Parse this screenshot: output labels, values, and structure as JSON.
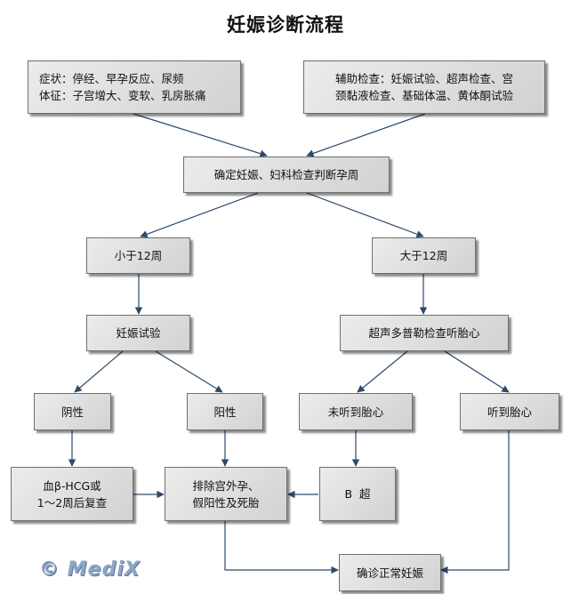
{
  "title": "妊娠诊断流程",
  "nodes": {
    "symptoms": {
      "line1": "症状：停经、早孕反应、尿频",
      "line2": "体征：子宫增大、变软、乳房胀痛"
    },
    "aux_exam": {
      "line1": "辅助检查：妊娠试验、超声检查、宫",
      "line2": "颈黏液检查、基础体温、黄体酮试验"
    },
    "confirm_pregnancy": "确定妊娠、妇科检查判断孕周",
    "less_than_12": "小于12周",
    "more_than_12": "大于12周",
    "pregnancy_test": "妊娠试验",
    "ultrasound_doppler": "超声多普勒检查听胎心",
    "negative": "阴性",
    "positive": "阳性",
    "no_heartbeat": "未听到胎心",
    "heartbeat_heard": "听到胎心",
    "hcg_recheck": {
      "line1": "血β-HCG或",
      "line2": "1～2周后复查"
    },
    "exclude": {
      "line1": "排除宫外孕、",
      "line2": "假阳性及死胎"
    },
    "b_ultrasound": "B  超",
    "confirm_normal": "确诊正常妊娠"
  },
  "watermark": "© MediX",
  "colors": {
    "arrow": "#2b4a6b",
    "box_border": "#6f6f6f",
    "box_fill_light": "#ececec",
    "box_fill_dark": "#d2d2d2"
  }
}
